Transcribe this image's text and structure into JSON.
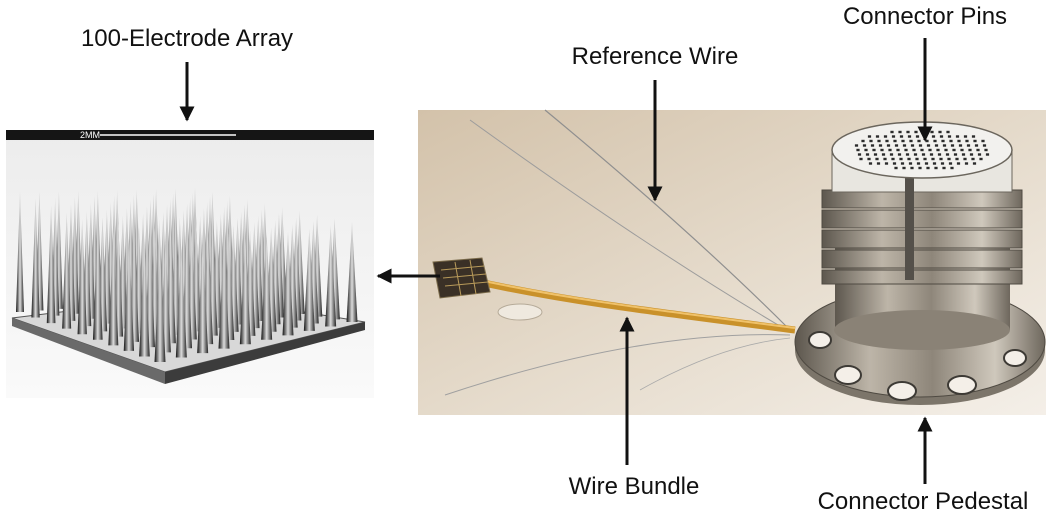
{
  "labels": {
    "electrode_array": "100-Electrode Array",
    "reference_wire": "Reference Wire",
    "connector_pins": "Connector Pins",
    "wire_bundle": "Wire Bundle",
    "connector_pedestal": "Connector Pedestal"
  },
  "scale_bar": {
    "text": "2MM"
  },
  "colors": {
    "arrow": "#111111",
    "metal": "#9a9286",
    "ribbon": "#c9912a"
  }
}
